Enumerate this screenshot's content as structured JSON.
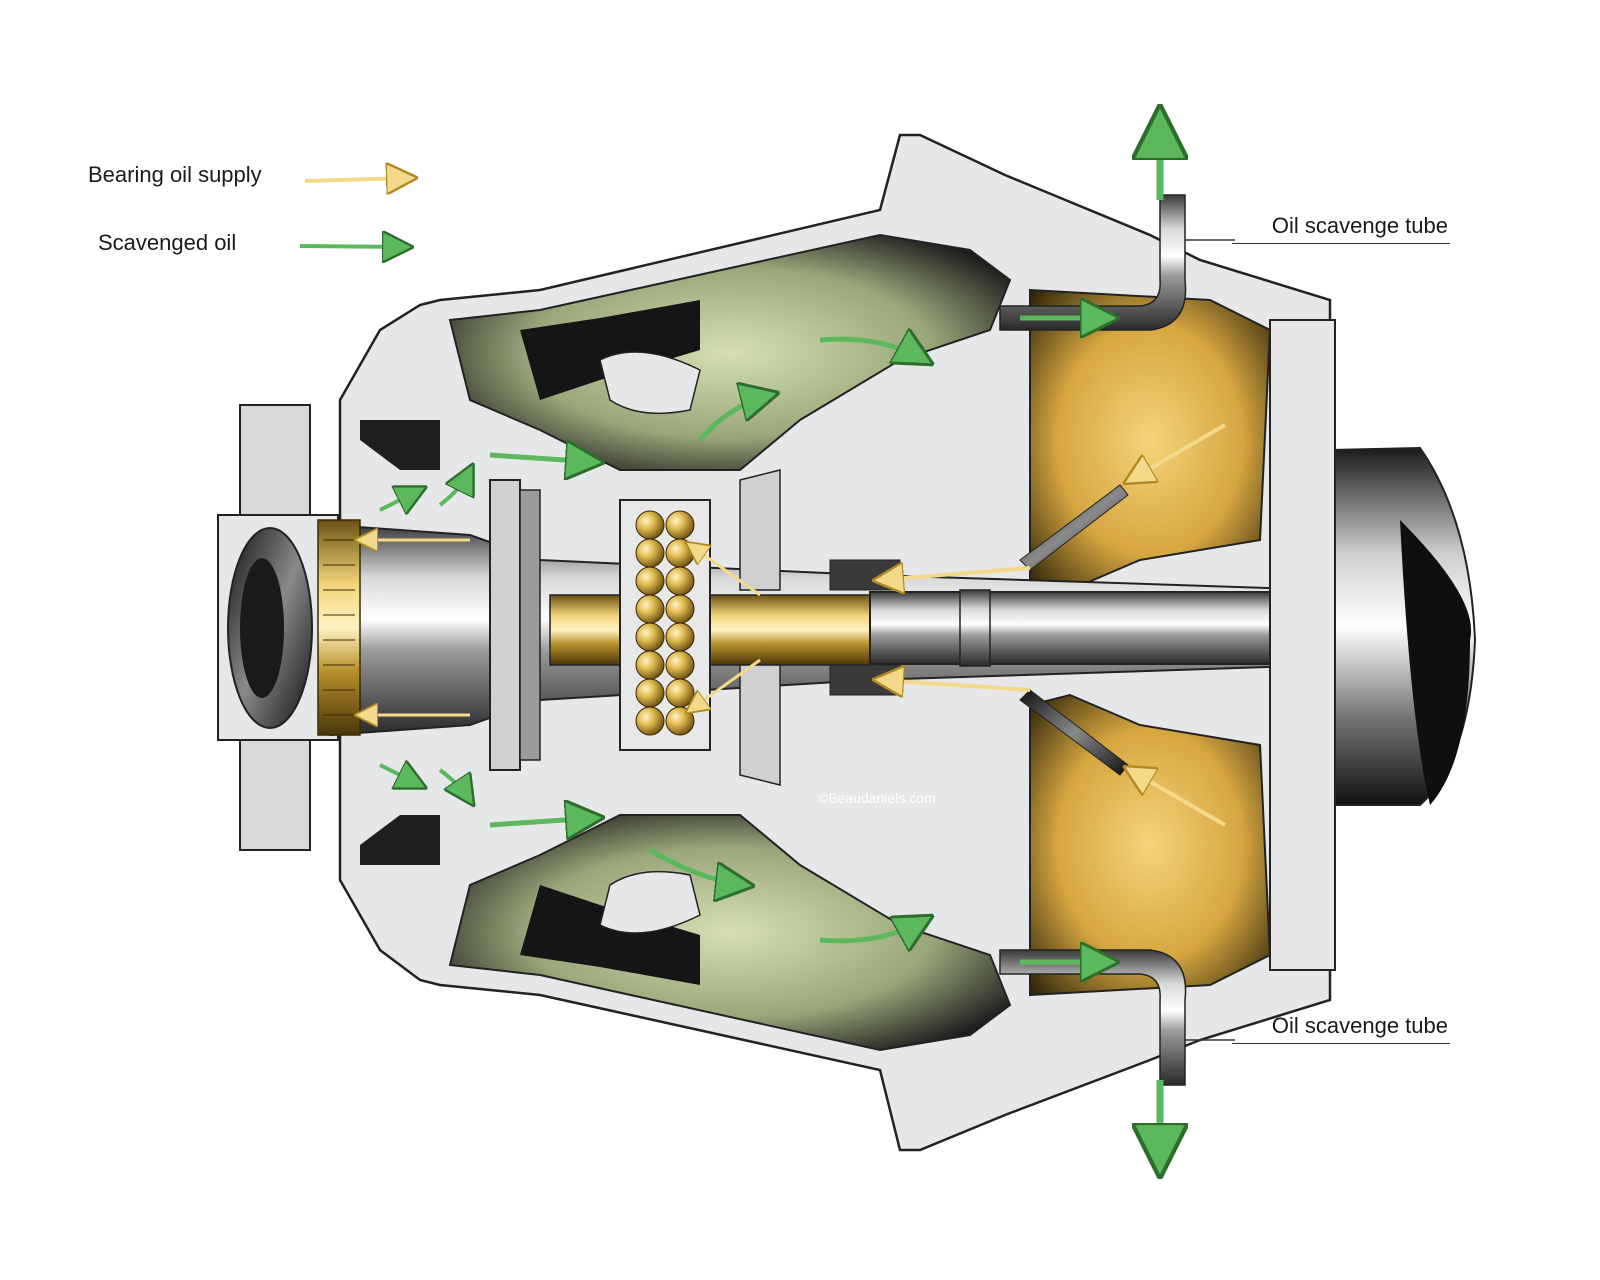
{
  "legend": {
    "items": [
      {
        "label": "Bearing oil supply",
        "color": "#f3d98a"
      },
      {
        "label": "Scavenged oil",
        "color": "#5cb85c"
      }
    ]
  },
  "callouts": {
    "top": "Oil scavenge tube",
    "bottom": "Oil scavenge tube"
  },
  "credit": "©Beaudaniels.com",
  "colors": {
    "metal_light": "#e6e7e9",
    "metal_dark": "#2a2a2a",
    "scavenge_cavity": "#c9d3a8",
    "oil_chamber": "#d9b35c",
    "brass": "#c9a23a",
    "supply_arrow": "#f3d98a",
    "scavenge_arrow": "#5cb85c"
  }
}
